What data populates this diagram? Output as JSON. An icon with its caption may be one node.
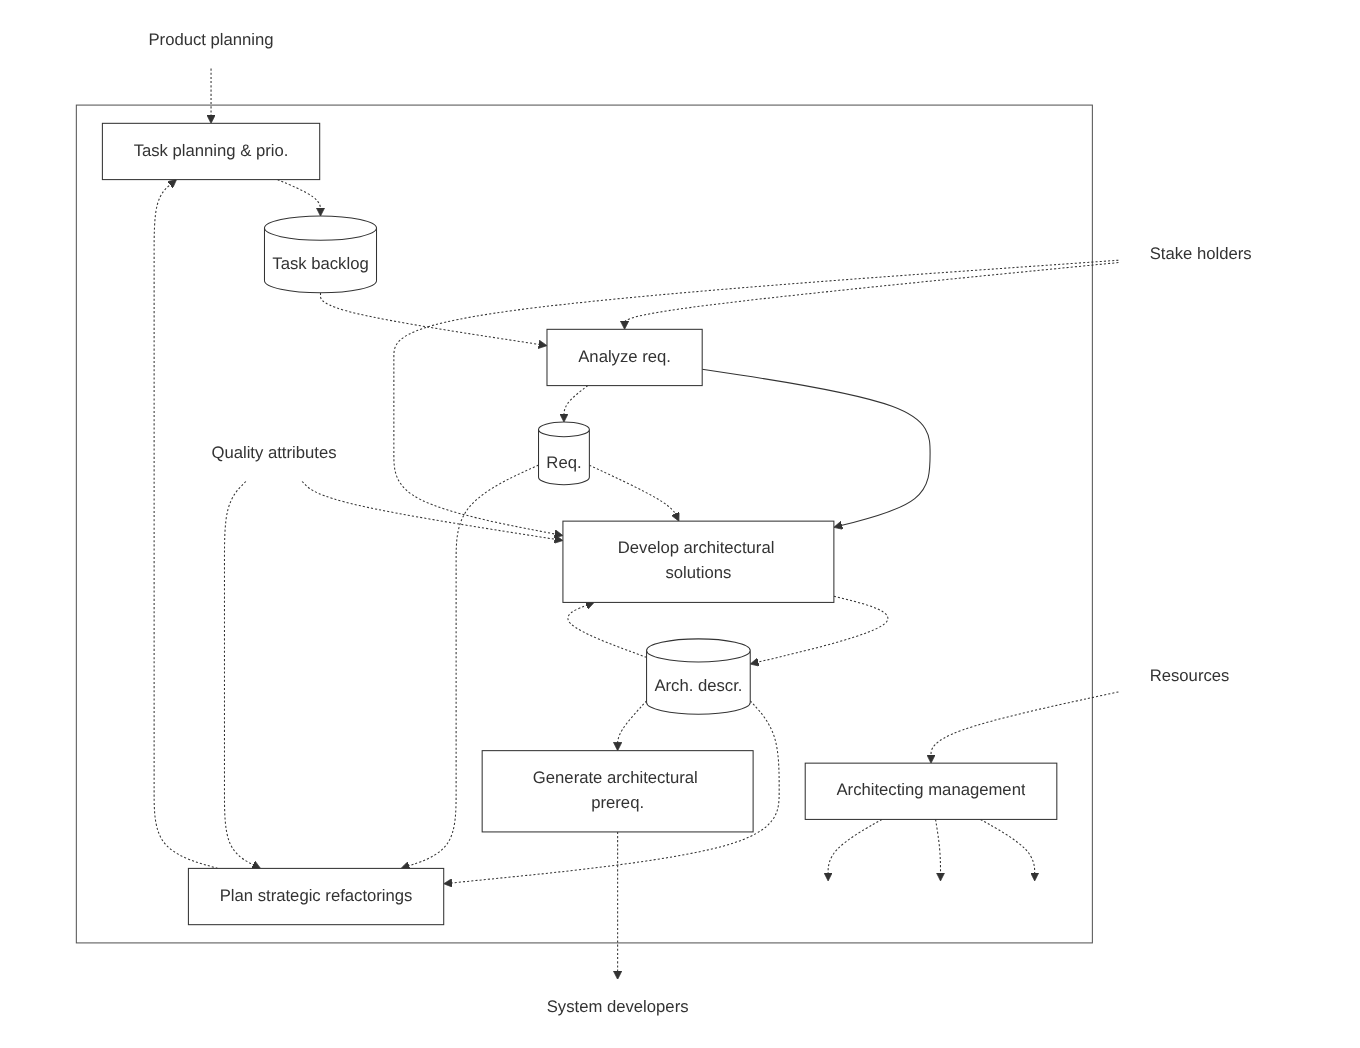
{
  "diagram": {
    "nodes": [
      {
        "text": [
          "Product planning"
        ]
      },
      {
        "text": [
          "Stake holders"
        ]
      },
      {
        "text": [],
        "shape": "box"
      },
      {
        "text": [
          "Task planning & prio."
        ],
        "in": 2
      },
      {
        "text": [
          "Task backlog"
        ],
        "in": 2
      },
      {
        "text": [
          "Analyze req."
        ],
        "in": 2
      },
      {
        "text": [
          "Develop architectural solutions"
        ],
        "in": 2
      },
      {
        "text": [
          "Req."
        ],
        "in": 2
      },
      {
        "text": [
          "Quality attributes"
        ],
        "in": 2
      },
      {
        "text": [
          "Arch. descr."
        ],
        "in": 2
      },
      {
        "text": [
          "Plan strategic refactorings"
        ],
        "in": 2
      },
      {
        "text": [
          "Generate architectural prereq."
        ],
        "in": 2
      },
      {
        "text": [
          "Architecting management"
        ],
        "in": 2
      },
      {
        "text": [
          "Resources"
        ]
      },
      {
        "text": [
          "System developers"
        ]
      }
    ],
    "edges": [
      {
        "from": 0,
        "to": 3,
        "arrow": "to",
        "style": "dashed"
      },
      {
        "from": 3,
        "to": 4,
        "arrow": "to",
        "style": "dashed"
      },
      {
        "from": 4,
        "to": 5,
        "arrow": "to",
        "style": "dashed"
      },
      {
        "from": 5,
        "to": 6,
        "arrow": "to"
      },
      {
        "from": 1,
        "to": 5,
        "arrow": "to",
        "style": "dashed"
      },
      {
        "from": 1,
        "to": 6,
        "arrow": "to",
        "style": "dashed"
      },
      {
        "from": 5,
        "to": 7,
        "arrow": "to",
        "style": "dashed"
      },
      {
        "from": 7,
        "to": 6,
        "arrow": "to",
        "style": "dashed"
      },
      {
        "from": 8,
        "to": 6,
        "arrow": "to",
        "style": "dashed"
      },
      {
        "from": 6,
        "to": 9,
        "arrow": "to",
        "style": "dashed"
      },
      {
        "from": 9,
        "to": 6,
        "arrow": "to",
        "style": "dashed"
      },
      {
        "from": 7,
        "to": 10,
        "arrow": "to",
        "style": "dashed"
      },
      {
        "from": 8,
        "to": 10,
        "arrow": "to",
        "style": "dashed"
      },
      {
        "from": 9,
        "to": 10,
        "arrow": "to",
        "style": "dashed"
      },
      {
        "from": 9,
        "to": 11,
        "arrow": "to",
        "style": "dashed"
      },
      {
        "from": 10,
        "to": 3,
        "arrow": "to",
        "style": "dashed"
      },
      {
        "from": 11,
        "to": 14,
        "arrow": "to",
        "style": "dashed"
      },
      {
        "from": 13,
        "to": 12,
        "arrow": "to",
        "style": "dashed"
      },
      {
        "from": 12,
        "to": null,
        "arrow": "to",
        "style": "dashed"
      },
      {
        "from": 12,
        "to": null,
        "arrow": "to",
        "style": "dashed"
      },
      {
        "from": 12,
        "to": null,
        "arrow": "to",
        "style": "dashed"
      }
    ]
  }
}
